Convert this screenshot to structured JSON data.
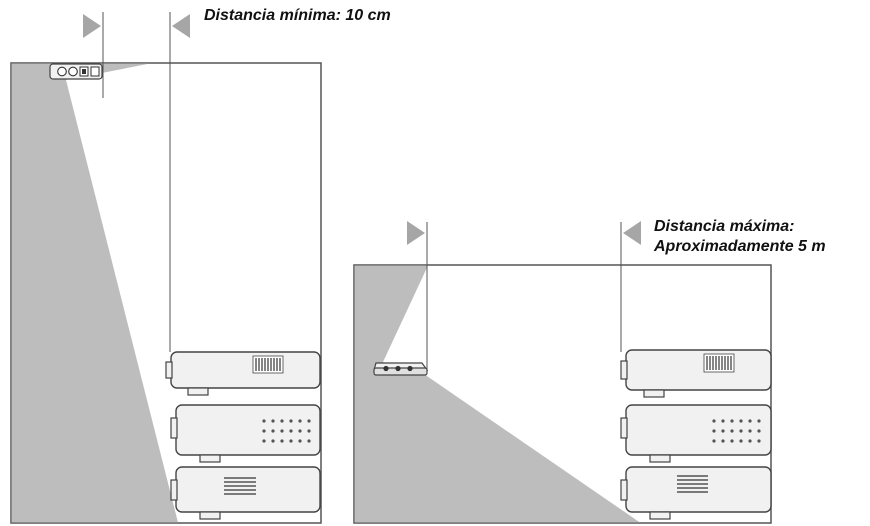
{
  "figure": {
    "colors": {
      "panel_stroke": "#555555",
      "beam_fill": "#bdbdbd",
      "device_fill": "#f1f1f1",
      "device_stroke": "#444444",
      "marker_fill": "#a6a6a6",
      "guide_line": "#555555"
    },
    "min_panel": {
      "caption": "Distancia mínima: 10 cm",
      "icons": [
        "remote-sensor-icon",
        "av-equipment-stack-icon",
        "distance-marker-icon"
      ]
    },
    "max_panel": {
      "caption_line1": "Distancia máxima:",
      "caption_line2": "Aproximadamente 5 m",
      "icons": [
        "remote-sensor-icon",
        "av-equipment-stack-icon",
        "distance-marker-icon"
      ]
    }
  }
}
